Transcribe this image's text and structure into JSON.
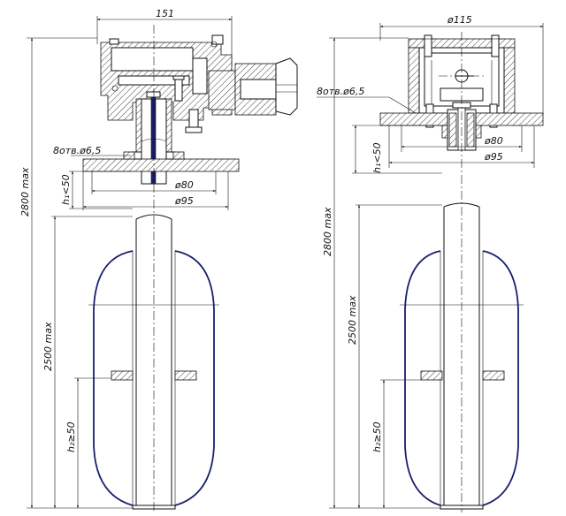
{
  "colors": {
    "line": "#111111",
    "float_outline": "#1a1f6e",
    "rod": "#1a1f6e",
    "background": "#ffffff"
  },
  "left_view": {
    "width_label": "151",
    "holes_label": "8отв.ø6,5",
    "h1_label": "h₁<50",
    "d80_label": "ø80",
    "d95_label": "ø95",
    "height_max_label": "2800 max",
    "float_max_label": "2500 max",
    "h2_label": "h₂≥50"
  },
  "right_view": {
    "width_label": "ø115",
    "holes_label": "8отв.ø6,5",
    "h1_label": "h₁<50",
    "d80_label": "ø80",
    "d95_label": "ø95",
    "height_max_label": "2800 max",
    "float_max_label": "2500 max",
    "h2_label": "h₂≥50"
  }
}
